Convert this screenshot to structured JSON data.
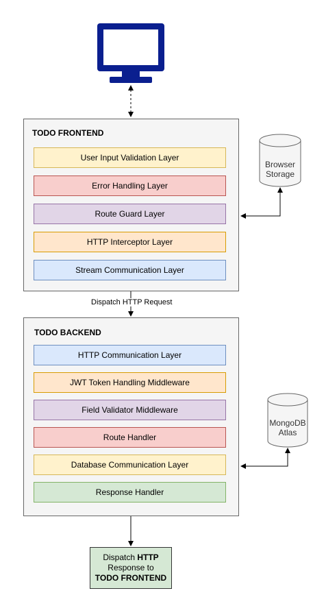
{
  "frontend": {
    "title": "TODO FRONTEND",
    "layers": [
      {
        "label": "User Input Validation Layer",
        "color": "yellow"
      },
      {
        "label": "Error Handling Layer",
        "color": "red"
      },
      {
        "label": "Route Guard Layer",
        "color": "purple"
      },
      {
        "label": "HTTP Interceptor Layer",
        "color": "orange"
      },
      {
        "label": "Stream Communication Layer",
        "color": "blue"
      }
    ]
  },
  "browser_storage": {
    "line1": "Browser",
    "line2": "Storage"
  },
  "dispatch_request_label": "Dispatch HTTP Request",
  "backend": {
    "title": "TODO BACKEND",
    "layers": [
      {
        "label": "HTTP Communication Layer",
        "color": "blue"
      },
      {
        "label": "JWT Token Handling Middleware",
        "color": "orange"
      },
      {
        "label": "Field Validator Middleware",
        "color": "purple"
      },
      {
        "label": "Route Handler",
        "color": "red"
      },
      {
        "label": "Database Communication Layer",
        "color": "yellow"
      },
      {
        "label": "Response Handler",
        "color": "green"
      }
    ]
  },
  "mongodb": {
    "line1": "MongoDB",
    "line2": "Atlas"
  },
  "final_box": {
    "part1": "Dispatch ",
    "part2": "HTTP",
    "line2": "Response to",
    "line3": "TODO FRONTEND"
  },
  "colors": {
    "monitor": "#0a1f8f",
    "yellow": "#fff2cc",
    "red": "#f8cecc",
    "purple": "#e1d5e7",
    "orange": "#ffe6cc",
    "blue": "#dae8fc",
    "green": "#d5e8d4"
  }
}
